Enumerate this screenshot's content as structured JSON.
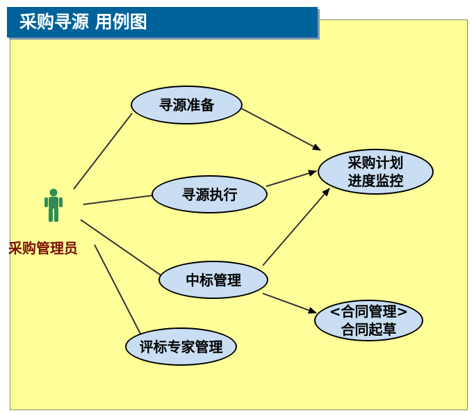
{
  "title": "采购寻源 用例图",
  "actor": {
    "label": "采购管理员"
  },
  "use_cases": {
    "prep": "寻源准备",
    "exec": "寻源执行",
    "award": "中标管理",
    "expert": "评标专家管理",
    "plan": "采购计划\n进度监控",
    "contract": "<合同管理>\n合同起草"
  },
  "colors": {
    "canvas": "#ffff99",
    "title_bar": "#00629b",
    "use_case_fill": "#c9def2",
    "actor": "#2e8b57",
    "actor_label": "#7a0f00"
  }
}
